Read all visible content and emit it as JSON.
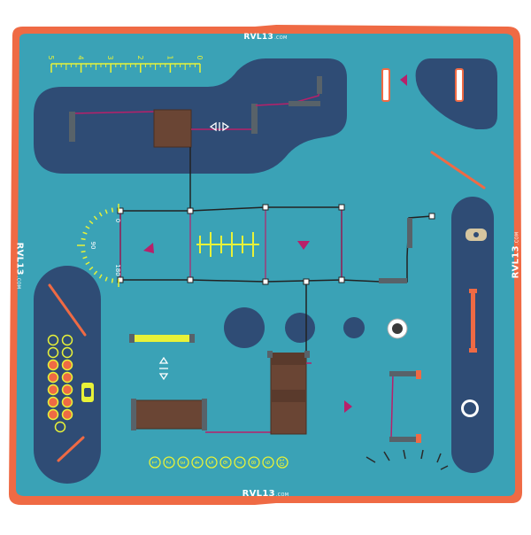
{
  "branding": {
    "name": "RVL13",
    "suffix": ".COM"
  },
  "ruler_top": {
    "labels": [
      "5",
      "4",
      "3",
      "2",
      "1",
      "0"
    ]
  },
  "protractor": {
    "labels": [
      "0",
      "90",
      "180"
    ]
  },
  "number_row": {
    "labels": [
      "1",
      "2",
      "3",
      "4",
      "5",
      "6",
      "7",
      "8",
      "9",
      "10"
    ]
  },
  "colors": {
    "border": "#ef6a44",
    "court": "#3aa2b6",
    "zone": "#2f4c75",
    "yellow": "#e8f238",
    "magenta": "#b8206a",
    "coral": "#ef6a44",
    "wood": "#6a4534",
    "post": "#586269",
    "rope": "#2a2a2a"
  }
}
